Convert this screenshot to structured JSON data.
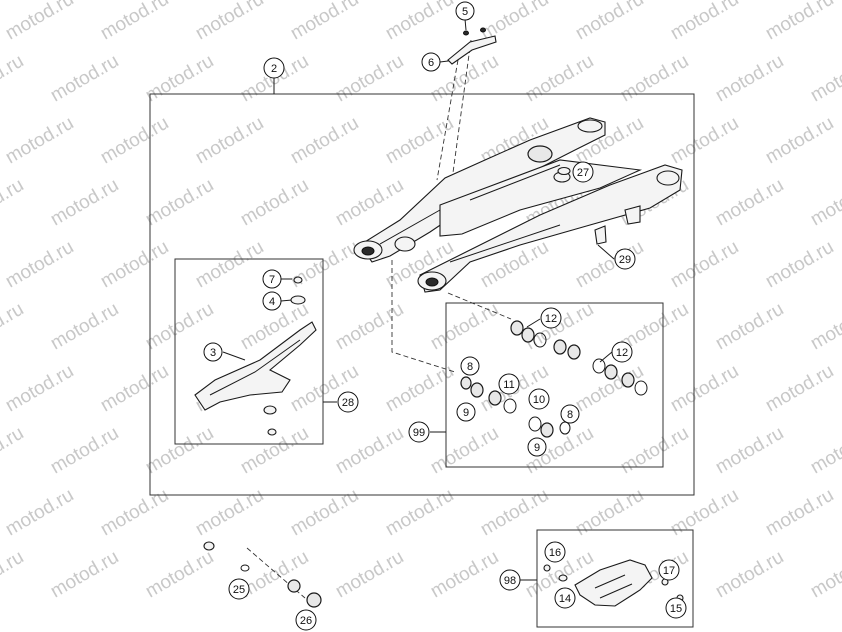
{
  "watermark": "motod.ru",
  "callouts": {
    "c2": "2",
    "c3": "3",
    "c4": "4",
    "c5": "5",
    "c6": "6",
    "c7": "7",
    "c8a": "8",
    "c8b": "8",
    "c9a": "9",
    "c9b": "9",
    "c10": "10",
    "c11": "11",
    "c12a": "12",
    "c12b": "12",
    "c14": "14",
    "c15": "15",
    "c16": "16",
    "c17": "17",
    "c25": "25",
    "c26": "26",
    "c27": "27",
    "c28": "28",
    "c29": "29",
    "c98": "98",
    "c99": "99"
  }
}
